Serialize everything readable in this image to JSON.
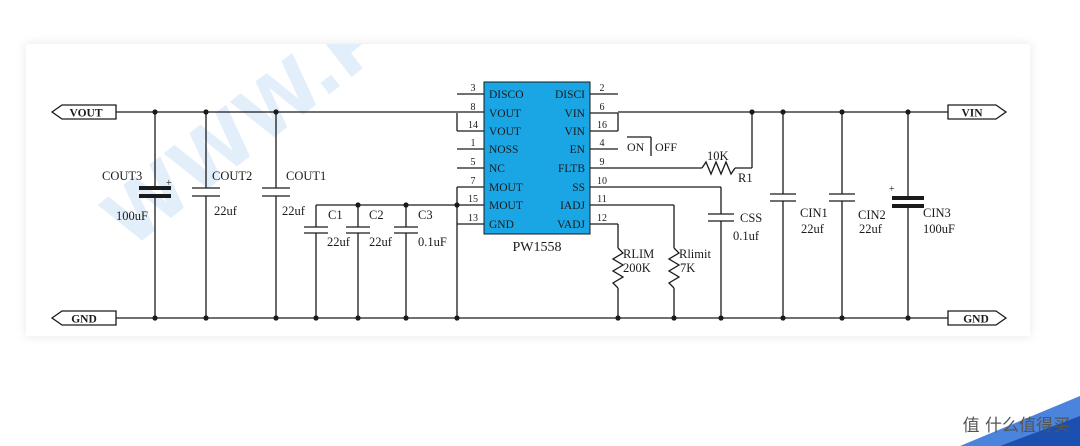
{
  "ports": {
    "vout": "VOUT",
    "vin": "VIN",
    "gnd_left": "GND",
    "gnd_right": "GND"
  },
  "ic": {
    "name": "PW1558",
    "left_pins": [
      {
        "num": "3",
        "name": "DISCO"
      },
      {
        "num": "8",
        "name": "VOUT"
      },
      {
        "num": "14",
        "name": "VOUT"
      },
      {
        "num": "1",
        "name": "NOSS"
      },
      {
        "num": "5",
        "name": "NC"
      },
      {
        "num": "7",
        "name": "MOUT"
      },
      {
        "num": "15",
        "name": "MOUT"
      },
      {
        "num": "13",
        "name": "GND"
      }
    ],
    "right_pins": [
      {
        "num": "2",
        "name": "DISCI"
      },
      {
        "num": "6",
        "name": "VIN"
      },
      {
        "num": "16",
        "name": "VIN"
      },
      {
        "num": "4",
        "name": "EN"
      },
      {
        "num": "9",
        "name": "FLTB"
      },
      {
        "num": "10",
        "name": "SS"
      },
      {
        "num": "11",
        "name": "IADJ"
      },
      {
        "num": "12",
        "name": "VADJ"
      }
    ]
  },
  "switch": {
    "on": "ON",
    "off": "OFF"
  },
  "components": {
    "cout3": {
      "name": "COUT3",
      "value": "100uF"
    },
    "cout2": {
      "name": "COUT2",
      "value": "22uf"
    },
    "cout1": {
      "name": "COUT1",
      "value": "22uf"
    },
    "c1": {
      "name": "C1",
      "value": "22uf"
    },
    "c2": {
      "name": "C2",
      "value": "22uf"
    },
    "c3": {
      "name": "C3",
      "value": "0.1uF"
    },
    "r1": {
      "name": "R1",
      "value": "10K"
    },
    "rlim": {
      "name": "RLIM",
      "value": "200K"
    },
    "rlimit": {
      "name": "Rlimit",
      "value": "7K"
    },
    "css": {
      "name": "CSS",
      "value": "0.1uf"
    },
    "cin1": {
      "name": "CIN1",
      "value": "22uf"
    },
    "cin2": {
      "name": "CIN2",
      "value": "22uf"
    },
    "cin3": {
      "name": "CIN3",
      "value": "100uF"
    }
  },
  "polarity_mark": "+",
  "watermark": "WWW.PW",
  "site_logo_text": "值 什么值得买",
  "colors": {
    "ic_fill": "#1aa5e5",
    "wire": "#1a1a1a",
    "watermark": "#cfe3f7"
  }
}
